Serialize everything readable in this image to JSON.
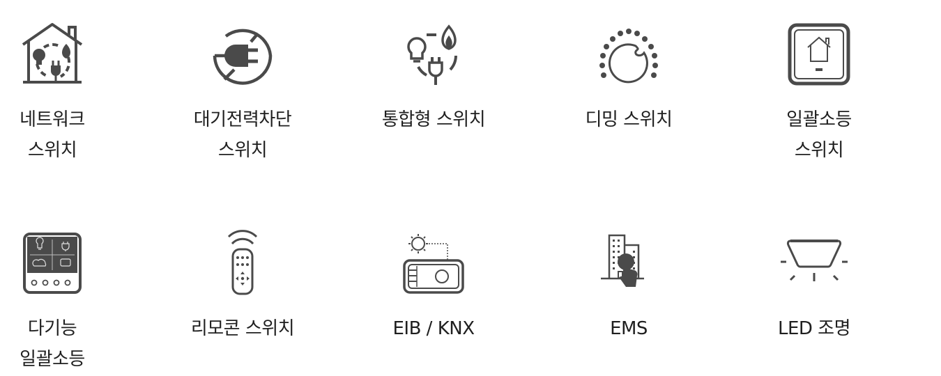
{
  "colors": {
    "icon": "#4a4a4a",
    "text": "#1f1f1f",
    "background": "#ffffff"
  },
  "items": [
    {
      "id": "network-switch",
      "icon": "house-energy-icon",
      "label_line1": "네트워크",
      "label_line2": "스위치"
    },
    {
      "id": "standby-power-cutoff-switch",
      "icon": "plug-cutoff-icon",
      "label_line1": "대기전력차단",
      "label_line2": "스위치"
    },
    {
      "id": "integrated-switch",
      "icon": "bulb-flame-plug-icon",
      "label_line1": "통합형 스위치",
      "label_line2": ""
    },
    {
      "id": "dimming-switch",
      "icon": "dimmer-dial-icon",
      "label_line1": "디밍 스위치",
      "label_line2": ""
    },
    {
      "id": "master-off-switch",
      "icon": "home-wall-switch-icon",
      "label_line1": "일괄소등",
      "label_line2": "스위치"
    },
    {
      "id": "multi-function-master-off",
      "icon": "multi-panel-icon",
      "label_line1": "다기능",
      "label_line2": "일괄소등"
    },
    {
      "id": "remote-switch",
      "icon": "remote-control-icon",
      "label_line1": "리모콘 스위치",
      "label_line2": ""
    },
    {
      "id": "eib-knx",
      "icon": "knx-module-icon",
      "label_line1": "EIB / KNX",
      "label_line2": ""
    },
    {
      "id": "ems",
      "icon": "building-touch-icon",
      "label_line1": "EMS",
      "label_line2": ""
    },
    {
      "id": "led-lighting",
      "icon": "ceiling-light-icon",
      "label_line1": "LED 조명",
      "label_line2": ""
    }
  ]
}
